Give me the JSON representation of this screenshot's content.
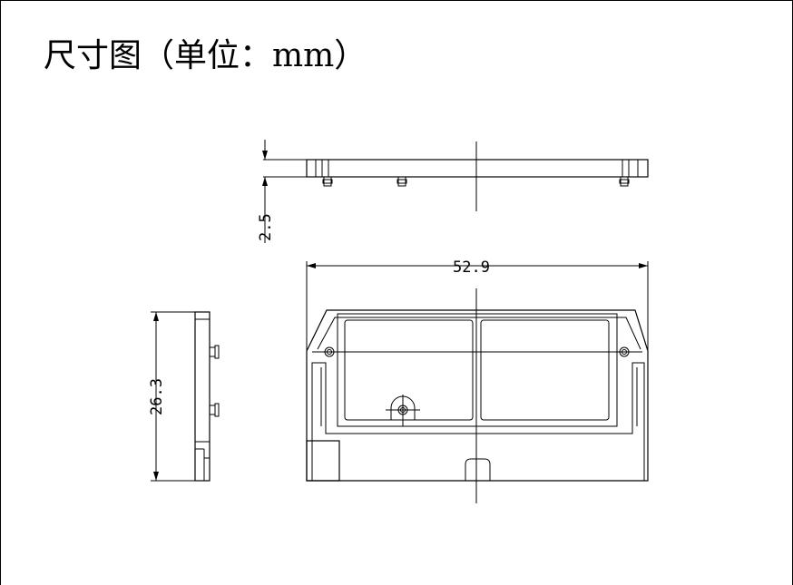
{
  "title": "尺寸图（单位：mm）",
  "dimensions": {
    "width": "52.9",
    "height": "26.3",
    "thickness": "2.5"
  }
}
